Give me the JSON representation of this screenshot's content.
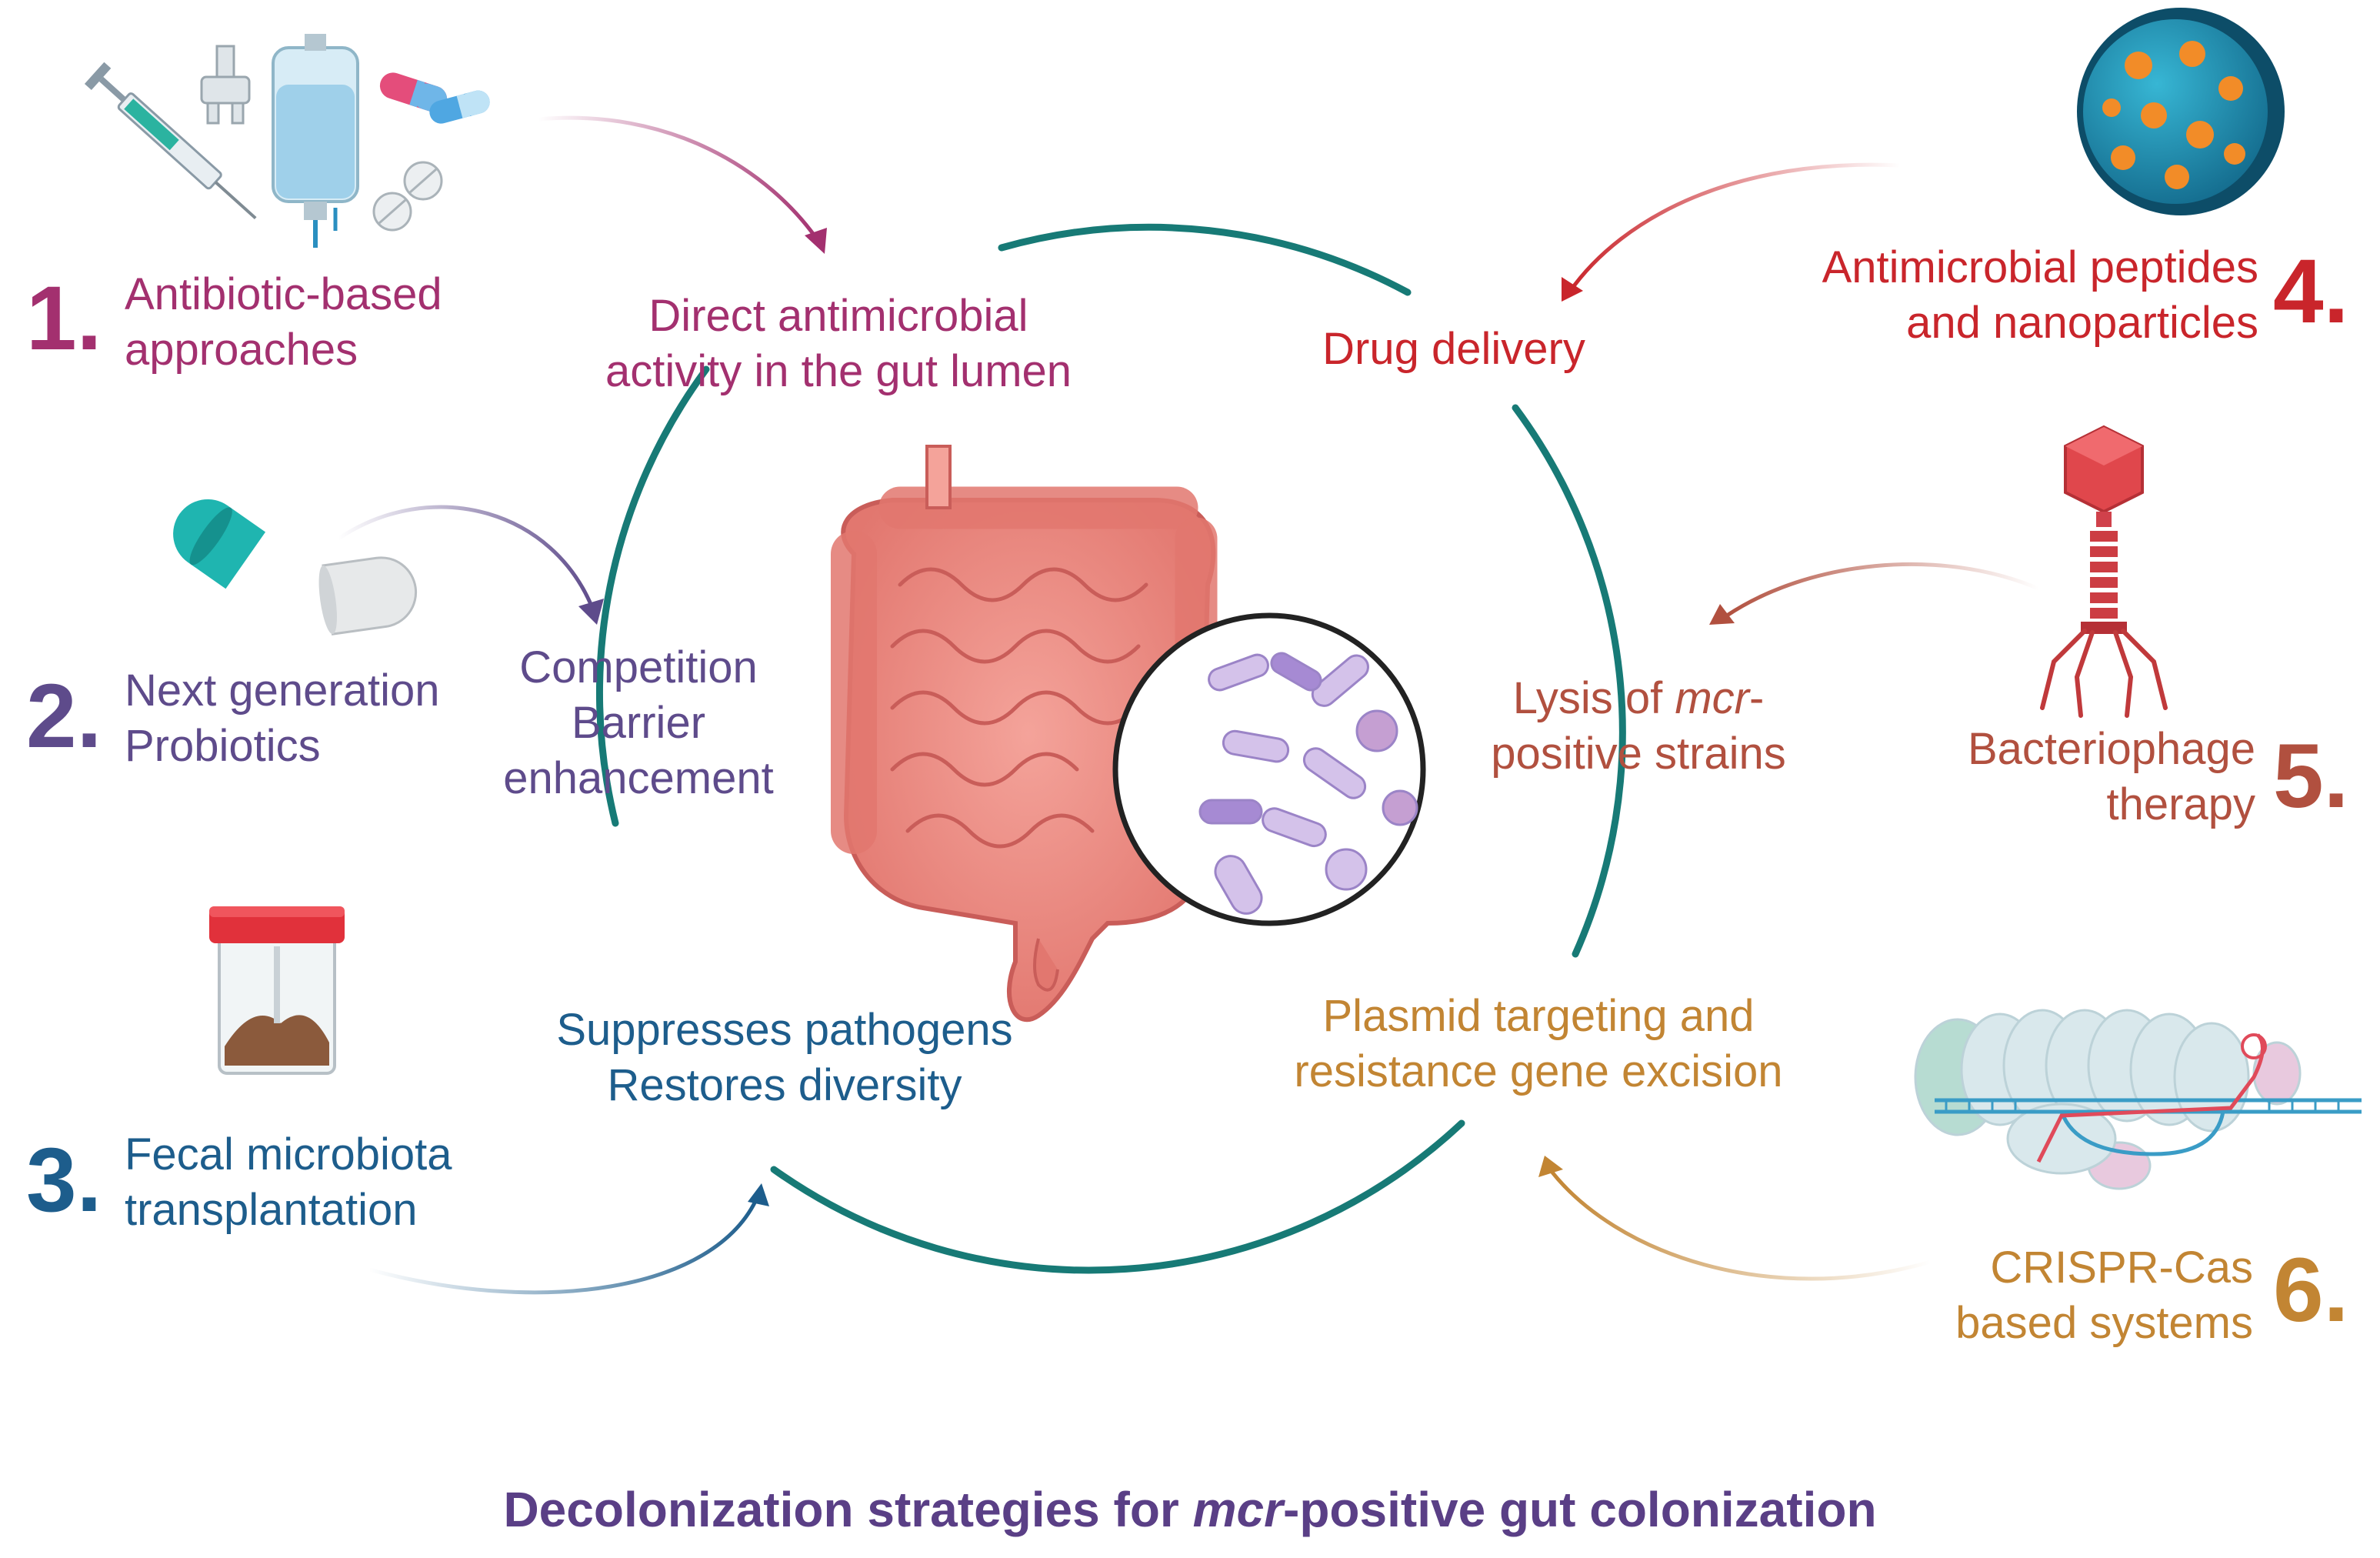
{
  "strategies": [
    {
      "number": "1.",
      "lines": [
        "Antibiotic-based",
        "approaches"
      ],
      "color": "#a3306f",
      "icon": "antibiotic-icons"
    },
    {
      "number": "2.",
      "lines": [
        "Next generation",
        "Probiotics"
      ],
      "color": "#5e4b8b",
      "icon": "capsule-icon"
    },
    {
      "number": "3.",
      "lines": [
        "Fecal microbiota",
        "transplantation"
      ],
      "color": "#1d5d8c",
      "icon": "sample-jar-icon"
    },
    {
      "number": "4.",
      "lines": [
        "Antimicrobial peptides",
        "and nanoparticles"
      ],
      "color": "#c9252b",
      "icon": "nanoparticle-icon"
    },
    {
      "number": "5.",
      "lines": [
        "Bacteriophage",
        "therapy"
      ],
      "color": "#b1503f",
      "icon": "bacteriophage-icon"
    },
    {
      "number": "6.",
      "lines": [
        "CRISPR-Cas",
        "based systems"
      ],
      "color": "#c28533",
      "icon": "crispr-cas-icon"
    }
  ],
  "mechanisms": {
    "direct": {
      "lines": [
        "Direct antimicrobial",
        "activity in the gut lumen"
      ],
      "color": "#a3306f"
    },
    "competition": {
      "lines": [
        "Competition",
        "Barrier",
        "enhancement"
      ],
      "color": "#5e4b8b"
    },
    "suppresses": {
      "lines": [
        "Suppresses pathogens",
        "Restores diversity"
      ],
      "color": "#1d5d8c"
    },
    "drug_delivery": {
      "lines": [
        "Drug delivery"
      ],
      "color": "#c9252b"
    },
    "lysis": {
      "line1_pre": "Lysis of ",
      "line1_italic": "mcr",
      "line1_post": "-",
      "line2": "positive strains",
      "color": "#b1503f"
    },
    "plasmid": {
      "lines": [
        "Plasmid targeting and",
        "resistance gene excision"
      ],
      "color": "#c28533"
    }
  },
  "center_icon": "gut-with-bacteria-icon",
  "circle_color": "#177a76",
  "title": {
    "pre": "Decolonization strategies for ",
    "italic": "mcr",
    "post": "-positive gut colonization"
  }
}
